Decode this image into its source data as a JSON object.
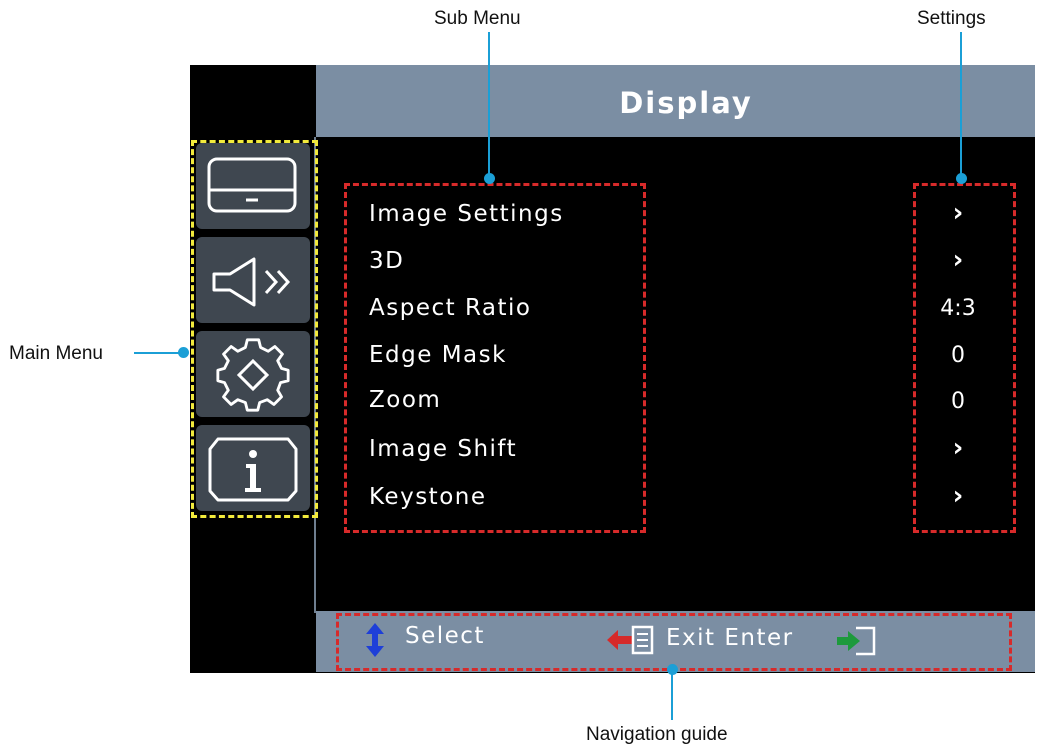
{
  "callouts": {
    "sub_menu": "Sub Menu",
    "settings": "Settings",
    "main_menu": "Main Menu",
    "navigation_guide": "Navigation guide"
  },
  "display": {
    "title": "Display"
  },
  "main_menu_icons": [
    "display-icon",
    "speaker-icon",
    "gear-icon",
    "info-icon"
  ],
  "submenu": {
    "items": [
      {
        "label": "Image Settings",
        "setting": "›"
      },
      {
        "label": "3D",
        "setting": "›"
      },
      {
        "label": "Aspect Ratio",
        "setting": "4:3"
      },
      {
        "label": "Edge Mask",
        "setting": "0"
      },
      {
        "label": "Zoom",
        "setting": "0"
      },
      {
        "label": "Image Shift",
        "setting": "›"
      },
      {
        "label": "Keystone",
        "setting": "›"
      }
    ]
  },
  "navigation": {
    "select_label": "Select",
    "exit_enter_label": "Exit Enter"
  },
  "colors": {
    "title_bar": "#7b8ea3",
    "tile": "#3f4750",
    "main_menu_outline": "#f2ea3c",
    "annotation_outline": "#d72a2a",
    "leader_line": "#1b9fd6",
    "select_arrow": "#1e3fd8",
    "exit_arrow": "#d62a2a",
    "enter_arrow": "#1d9a3c"
  }
}
